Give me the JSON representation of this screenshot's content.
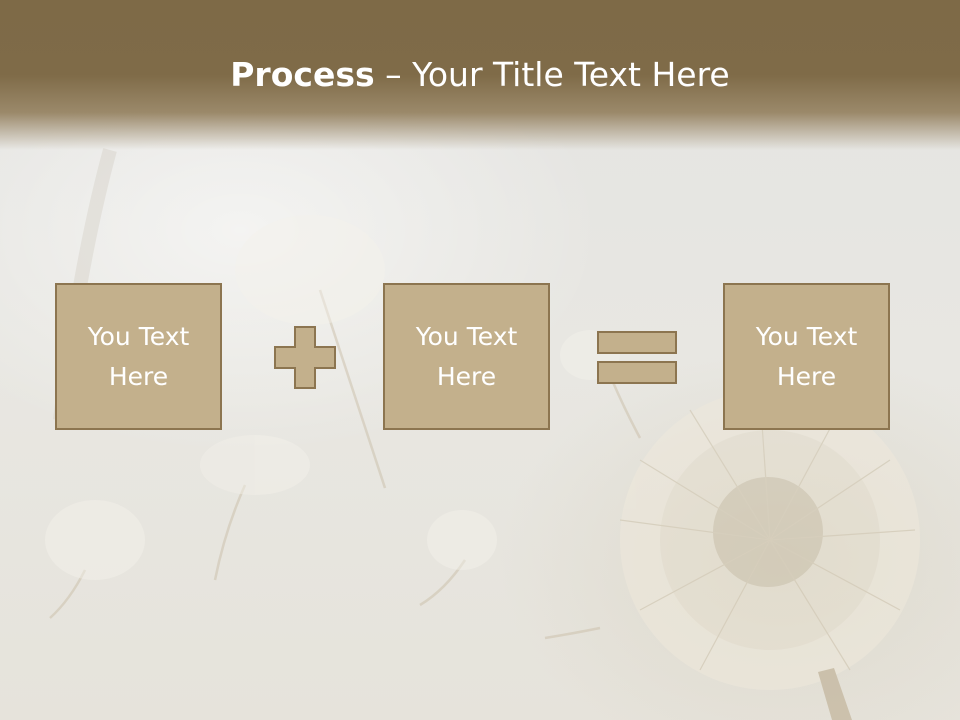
{
  "slide": {
    "title_bold": "Process",
    "title_rest": " – Your Title Text Here"
  },
  "boxes": [
    {
      "text": "You Text Here"
    },
    {
      "text": "You Text Here"
    },
    {
      "text": "You Text Here"
    }
  ],
  "operators": [
    "plus",
    "equals"
  ],
  "colors": {
    "header": "#7e6a47",
    "box_fill": "#c3b08c",
    "box_border": "#8c7550",
    "text": "#ffffff"
  }
}
